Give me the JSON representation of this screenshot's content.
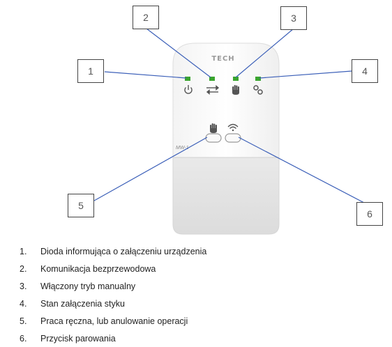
{
  "device": {
    "brand": "TECH",
    "model": "MW-1",
    "led_color": "#3aa52e",
    "status_icons": [
      "power-icon",
      "transfer-arrows-icon",
      "hand-icon",
      "gears-icon"
    ],
    "button_icons": [
      "hand-icon",
      "wifi-icon"
    ]
  },
  "callouts": [
    "1",
    "2",
    "3",
    "4",
    "5",
    "6"
  ],
  "legend": [
    {
      "num": "1.",
      "text": "Dioda informująca o załączeniu urządzenia"
    },
    {
      "num": "2.",
      "text": "Komunikacja bezprzewodowa"
    },
    {
      "num": "3.",
      "text": "Włączony tryb manualny"
    },
    {
      "num": "4.",
      "text": "Stan załączenia styku"
    },
    {
      "num": "5.",
      "text": "Praca ręczna, lub anulowanie operacji"
    },
    {
      "num": "6.",
      "text": "Przycisk parowania"
    }
  ]
}
